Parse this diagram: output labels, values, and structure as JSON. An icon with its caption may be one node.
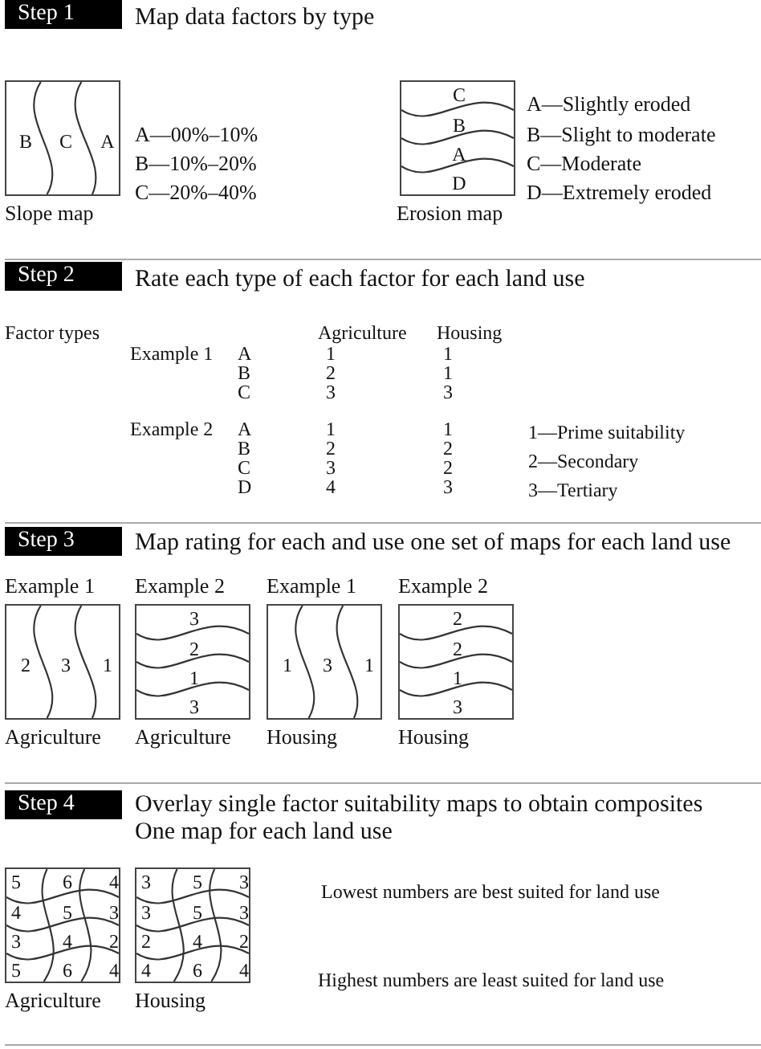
{
  "diagram": {
    "nodes": [
      {
        "text": [
          "Step 1"
        ]
      },
      {
        "text": [
          "B",
          "C",
          "A"
        ],
        "beside": [
          "A—00%–10%",
          "B—10%–20%",
          "C—20%–40%",
          "Slope map"
        ]
      },
      {
        "text": [
          "C",
          "B",
          "A",
          "D"
        ],
        "beside": [
          "A—Slightly eroded",
          "B—Slight to moderate",
          "C—Moderate",
          "D—Extremely eroded",
          "Erosion map"
        ]
      },
      {
        "text": [
          "Step 2"
        ]
      },
      {
        "text": [
          "Step 3"
        ]
      },
      {
        "text": [
          "2",
          "3",
          "1"
        ],
        "beside": [
          "Example 1",
          "Agriculture"
        ]
      },
      {
        "text": [
          "3",
          "2",
          "1",
          "3"
        ],
        "beside": [
          "Example 2",
          "Agriculture"
        ]
      },
      {
        "text": [
          "1",
          "3",
          "1"
        ],
        "beside": [
          "Example 1",
          "Housing"
        ]
      },
      {
        "text": [
          "2",
          "2",
          "1",
          "3"
        ],
        "beside": [
          "Example 2",
          "Housing"
        ]
      },
      {
        "text": [
          "Step 4"
        ]
      },
      {
        "text": [
          "5",
          "6",
          "4",
          "4",
          "5",
          "3",
          "3",
          "4",
          "2",
          "5",
          "6",
          "4"
        ],
        "beside": [
          "Agriculture"
        ]
      },
      {
        "text": [
          "3",
          "5",
          "3",
          "3",
          "5",
          "3",
          "2",
          "4",
          "2",
          "4",
          "6",
          "4"
        ],
        "beside": [
          "Housing"
        ]
      }
    ],
    "labels": [
      "Map data factors by type",
      "Rate each type of each factor for each land use",
      "Factor types",
      "Agriculture",
      "Housing",
      "Example 1",
      "A",
      "1",
      "1",
      "B",
      "2",
      "1",
      "C",
      "3",
      "3",
      "Example 2",
      "A",
      "1",
      "1",
      "1—Prime suitability",
      "B",
      "2",
      "2",
      "C",
      "3",
      "2",
      "2—Secondary",
      "D",
      "4",
      "3",
      "3—Tertiary",
      "Map rating for each and use one set of maps for each land use",
      "Overlay single factor suitability maps to obtain composites",
      "One map for each land use",
      "Lowest numbers are best suited for land use",
      "Highest numbers are least suited for land use"
    ]
  }
}
